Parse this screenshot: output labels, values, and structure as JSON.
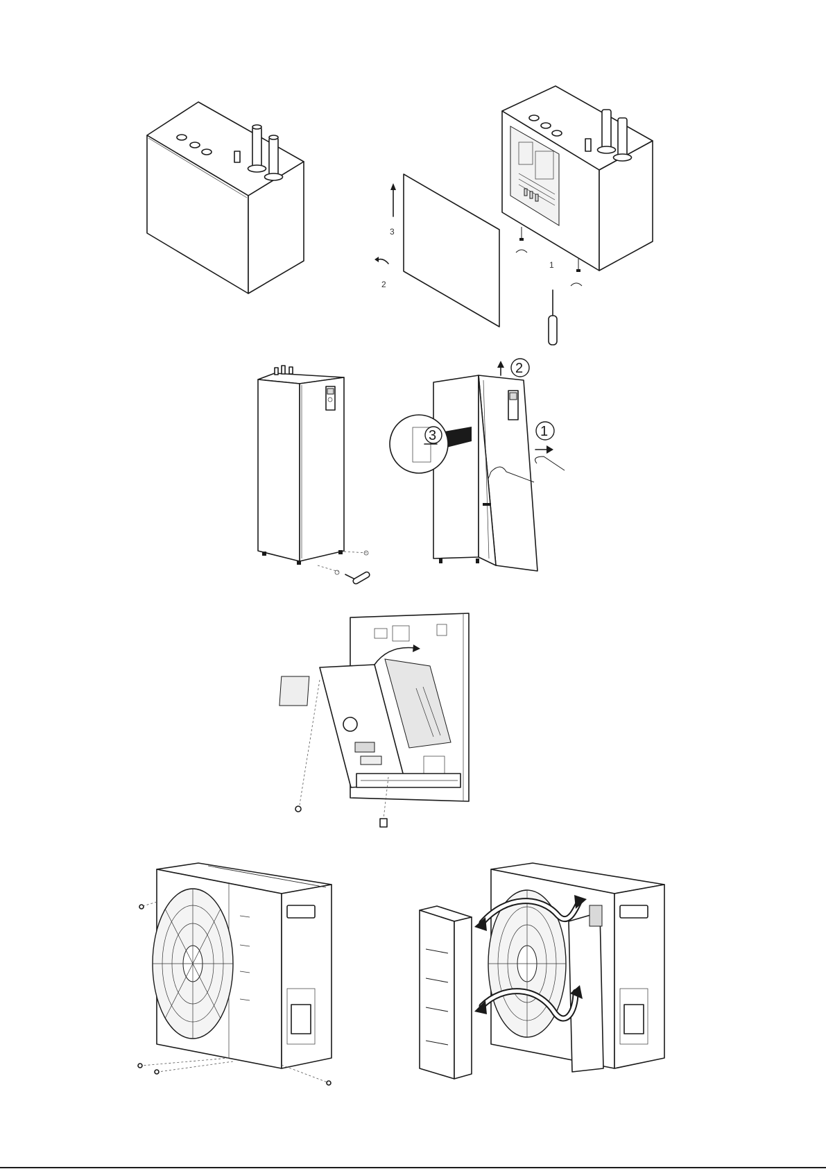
{
  "step_labels": {
    "top_step_1": "1",
    "top_step_2": "2",
    "top_step_3": "3",
    "tall_step_1": "1",
    "tall_step_2": "2",
    "tall_step_3": "3"
  },
  "colors": {
    "line": "#1a1a1a",
    "paper": "#ffffff",
    "arrow": "#1a1a1a"
  },
  "icons": [
    "screwdriver-icon",
    "screw-icon",
    "curved-arrow-icon",
    "up-arrow-icon",
    "hand-icon",
    "fan-grille-icon"
  ]
}
